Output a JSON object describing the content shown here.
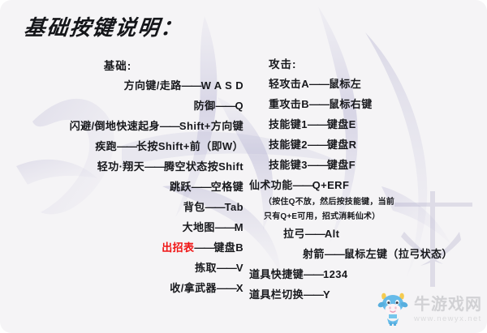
{
  "page": {
    "title": "基础按键说明：",
    "background_color": "#f5f4f6",
    "text_color": "#17181c",
    "highlight_color": "#f01414"
  },
  "columns": {
    "left": {
      "heading": "基础:",
      "entries": [
        {
          "action": "方向键/走路",
          "sep": "——",
          "key": "W A S D",
          "highlight": false
        },
        {
          "action": "防御",
          "sep": "——",
          "key": "Q",
          "highlight": false
        },
        {
          "action": "闪避/倒地快速起身",
          "sep": "——",
          "key": "Shift+方向键",
          "highlight": false
        },
        {
          "action": "疾跑",
          "sep": "——",
          "key": "长按Shift+前（即W）",
          "highlight": false
        },
        {
          "action": "轻功·翔天",
          "sep": "——",
          "key": "腾空状态按Shift",
          "highlight": false
        },
        {
          "action": "跳跃",
          "sep": "——",
          "key": "空格键",
          "highlight": false
        },
        {
          "action": "背包",
          "sep": "——",
          "key": "Tab",
          "highlight": false
        },
        {
          "action": "大地图",
          "sep": "——",
          "key": "M",
          "highlight": false
        },
        {
          "action": "出招表",
          "sep": "——",
          "key": "键盘B",
          "highlight": true
        },
        {
          "action": "拣取",
          "sep": "——",
          "key": "V",
          "highlight": false
        },
        {
          "action": "收/拿武器",
          "sep": "——",
          "key": "X",
          "highlight": false
        }
      ]
    },
    "right": {
      "heading": "攻击:",
      "entries": [
        {
          "action": "轻攻击A",
          "sep": "——",
          "key": "鼠标左",
          "highlight": false
        },
        {
          "action": "重攻击B",
          "sep": "——",
          "key": "鼠标右键",
          "highlight": false
        },
        {
          "action": "技能键1",
          "sep": "——",
          "key": "键盘E",
          "highlight": false
        },
        {
          "action": "技能键2",
          "sep": "——",
          "key": "键盘R",
          "highlight": false
        },
        {
          "action": "技能键3",
          "sep": "——",
          "key": "键盘F",
          "highlight": false
        },
        {
          "action": "仙术功能",
          "sep": "——",
          "key": "Q+ERF",
          "highlight": false
        },
        {
          "action": "拉弓",
          "sep": "——",
          "key": "Alt",
          "highlight": false
        },
        {
          "action": "射箭",
          "sep": "——",
          "key": "鼠标左键（拉弓状态）",
          "highlight": false
        },
        {
          "action": "道具快捷键",
          "sep": "——",
          "key": "1234",
          "highlight": false
        },
        {
          "action": "道具栏切换",
          "sep": "——",
          "key": "Y",
          "highlight": false
        }
      ],
      "note_line1": "（按住Q不放，然后按技能键，当前",
      "note_line2": "只有Q+E可用，招式消耗仙术）"
    }
  },
  "watermark": {
    "name": "牛游戏网",
    "url": "www.newyx.net",
    "mascot": "blue-cow-mascot",
    "name_color": "#cfcfd2",
    "url_color": "#d8d8da"
  }
}
